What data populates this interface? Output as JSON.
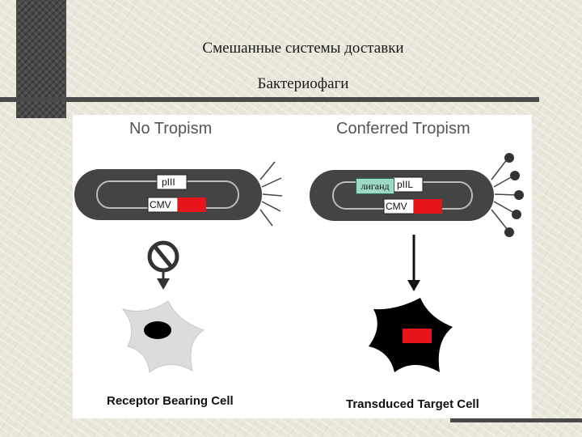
{
  "slide": {
    "title": "Смешанные системы доставки",
    "subtitle": "Бактериофаги"
  },
  "figure": {
    "left_panel": {
      "heading": "No Tropism",
      "gene_label": "pIII",
      "promoter_label": "CMV",
      "caption": "Receptor Bearing Cell"
    },
    "right_panel": {
      "heading": "Conferred Tropism",
      "ligand_label": "лиганд",
      "gene_label": "pIIL",
      "promoter_label": "CMV",
      "caption": "Transduced Target Cell"
    },
    "colors": {
      "transgene": "#e8141c",
      "phage_body": "#444444",
      "ligand_highlight": "#9fd8c6",
      "blocked_cell": "#dcdcdc",
      "target_cell": "#000000"
    }
  }
}
